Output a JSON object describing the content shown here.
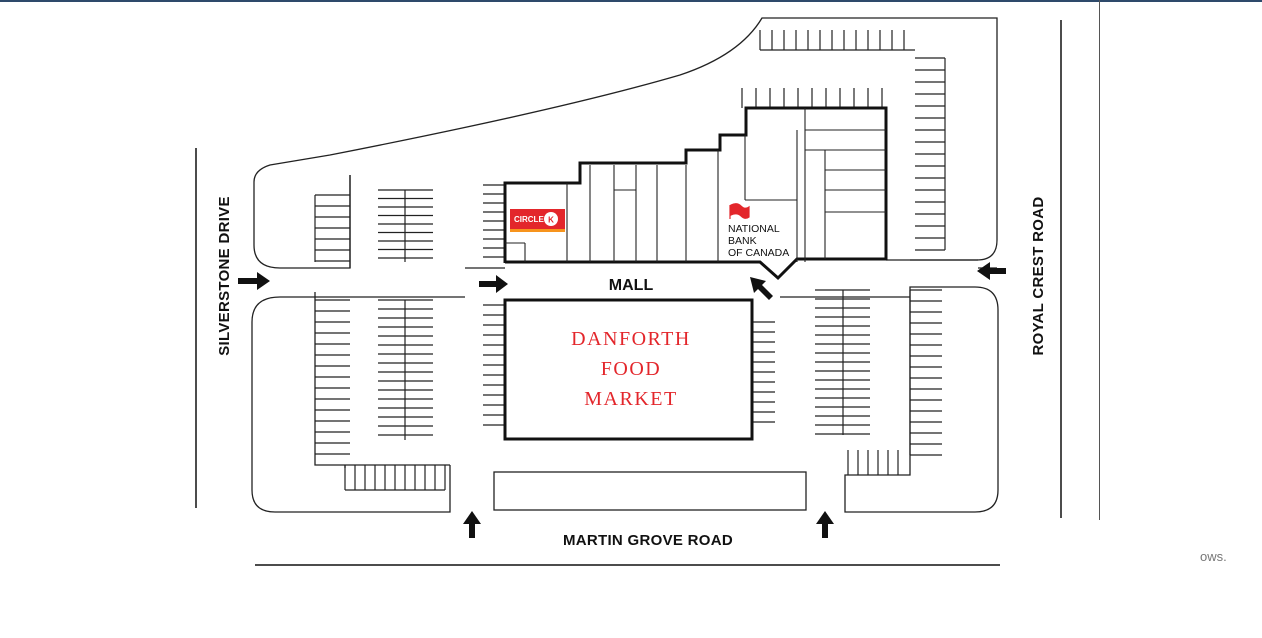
{
  "roads": {
    "west": "SILVERSTONE DRIVE",
    "east": "ROYAL CREST ROAD",
    "south": "MARTIN GROVE ROAD"
  },
  "mall_label": "MALL",
  "anchor_store": {
    "lines": [
      "DANFORTH",
      "FOOD",
      "MARKET"
    ],
    "color": "#e3262b"
  },
  "tenants": {
    "circle_k": {
      "text": "CIRCLE",
      "letter": "K",
      "color": "#e3262b",
      "stripe": "#f7941d"
    },
    "national_bank": {
      "lines": [
        "NATIONAL",
        "BANK",
        "OF CANADA"
      ],
      "logo_color": "#e3262b"
    }
  },
  "footer_fragment": "ows.",
  "colors": {
    "line": "#111111",
    "outline": "#222222",
    "topbar": "#2e4a6b"
  }
}
